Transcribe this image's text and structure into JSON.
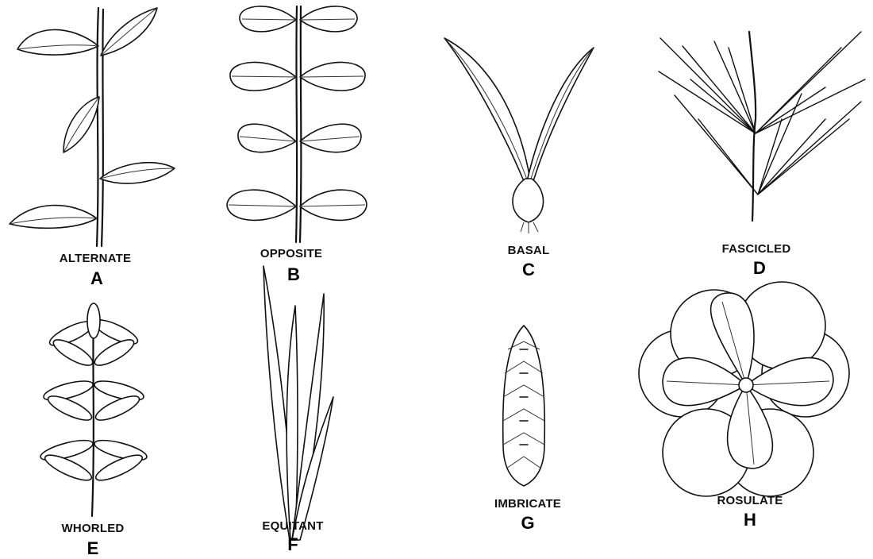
{
  "panels": [
    {
      "letter": "A",
      "name": "ALTERNATE"
    },
    {
      "letter": "B",
      "name": "OPPOSITE"
    },
    {
      "letter": "C",
      "name": "BASAL"
    },
    {
      "letter": "D",
      "name": "FASCICLED"
    },
    {
      "letter": "E",
      "name": "WHORLED"
    },
    {
      "letter": "F",
      "name": "EQUITANT"
    },
    {
      "letter": "G",
      "name": "IMBRICATE"
    },
    {
      "letter": "H",
      "name": "ROSULATE"
    }
  ]
}
